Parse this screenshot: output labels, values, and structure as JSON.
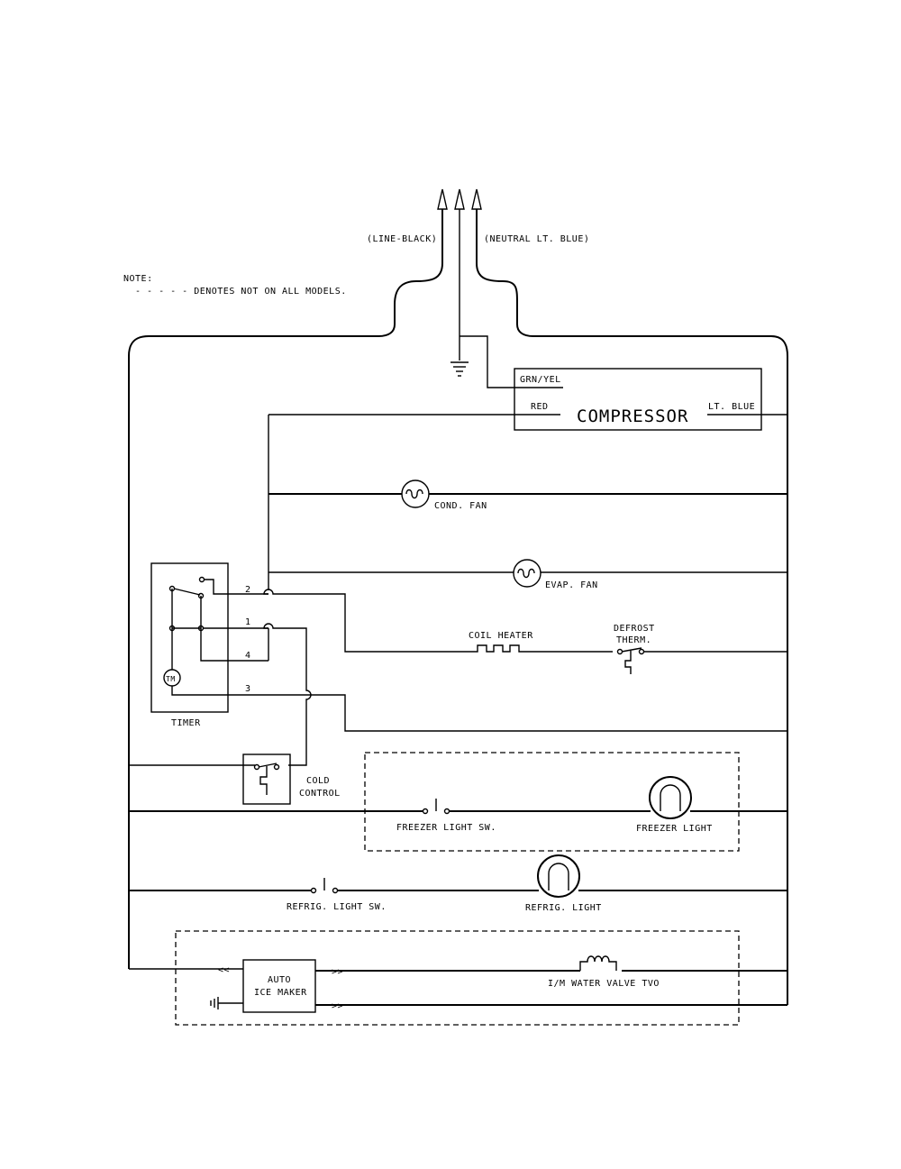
{
  "labels": {
    "line": "(LINE-BLACK)",
    "neutral": "(NEUTRAL LT. BLUE)",
    "note_title": "NOTE:",
    "note_text": "- - - - - DENOTES NOT ON ALL MODELS.",
    "grn_yel": "GRN/YEL",
    "red": "RED",
    "compressor": "COMPRESSOR",
    "lt_blue": "LT. BLUE",
    "cond_fan": "COND. FAN",
    "evap_fan": "EVAP. FAN",
    "coil_heater": "COIL HEATER",
    "defrost_1": "DEFROST",
    "defrost_2": "THERM.",
    "timer": "TIMER",
    "tm": "TM",
    "t2": "2",
    "t1": "1",
    "t4": "4",
    "t3": "3",
    "cold_1": "COLD",
    "cold_2": "CONTROL",
    "freezer_light_sw": "FREEZER LIGHT SW.",
    "freezer_light": "FREEZER LIGHT",
    "refrig_light_sw": "REFRIG. LIGHT SW.",
    "refrig_light": "REFRIG. LIGHT",
    "auto_1": "AUTO",
    "auto_2": "ICE MAKER",
    "water_valve": "I/M WATER VALVE TVO"
  }
}
